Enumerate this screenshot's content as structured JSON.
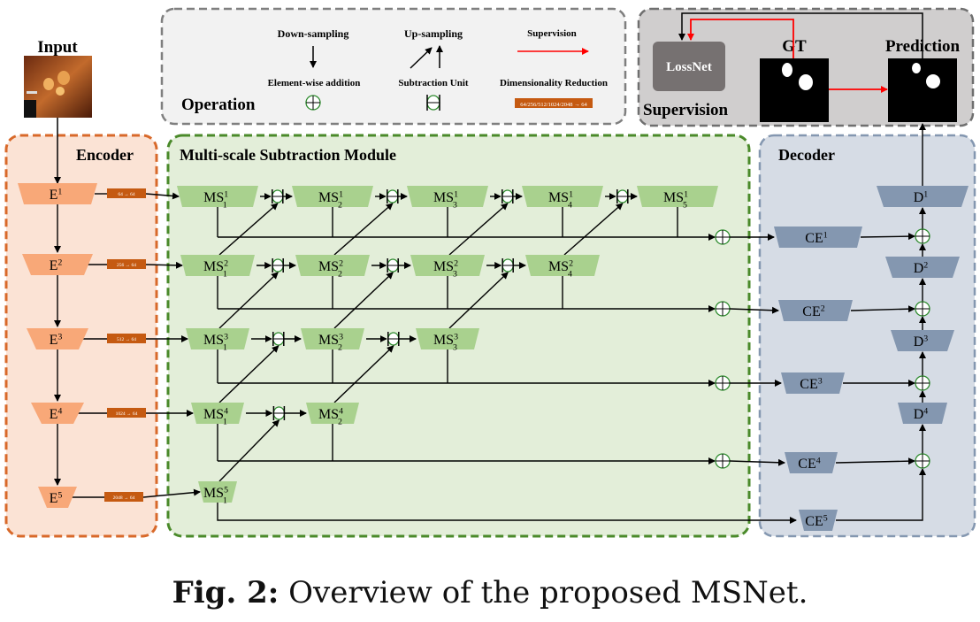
{
  "input_label": "Input",
  "operation": {
    "title": "Operation",
    "down": "Down-sampling",
    "up": "Up-sampling",
    "supervision": "Supervision",
    "add": "Element-wise addition",
    "sub": "Subtraction Unit",
    "dimred": "Dimensionality Reduction",
    "dimred_box": "64/256/512/1024/2048 → 64"
  },
  "supervision_panel": {
    "title": "Supervision",
    "lossnet": "LossNet",
    "gt": "GT",
    "prediction": "Prediction"
  },
  "encoder": {
    "title": "Encoder",
    "blocks": [
      "E1",
      "E2",
      "E3",
      "E4",
      "E5"
    ],
    "reductions": [
      "64 → 64",
      "256 → 64",
      "512 → 64",
      "1024 → 64",
      "2048 → 64"
    ]
  },
  "msm": {
    "title": "Multi-scale Subtraction Module",
    "rows": [
      [
        "MS11",
        "MS12",
        "MS13",
        "MS14",
        "MS15"
      ],
      [
        "MS21",
        "MS22",
        "MS23",
        "MS24"
      ],
      [
        "MS31",
        "MS32",
        "MS33"
      ],
      [
        "MS41",
        "MS42"
      ],
      [
        "MS51"
      ]
    ]
  },
  "decoder": {
    "title": "Decoder",
    "ce": [
      "CE1",
      "CE2",
      "CE3",
      "CE4",
      "CE5"
    ],
    "d": [
      "D1",
      "D2",
      "D3",
      "D4"
    ]
  },
  "caption": {
    "label": "Fig. 2:",
    "text": "Overview of the proposed MSNet."
  },
  "colors": {
    "encoder_fill": "#f8a878",
    "encoder_panel": "#fbe3d5",
    "encoder_border": "#d8692a",
    "ms_fill": "#a9d18e",
    "msm_panel": "#e3eed9",
    "msm_border": "#4a8a2a",
    "decoder_fill": "#8497b0",
    "decoder_panel": "#d6dce5",
    "decoder_border": "#8497b0",
    "reduction_fill": "#c55a11",
    "supervision_red": "#ff0000"
  }
}
